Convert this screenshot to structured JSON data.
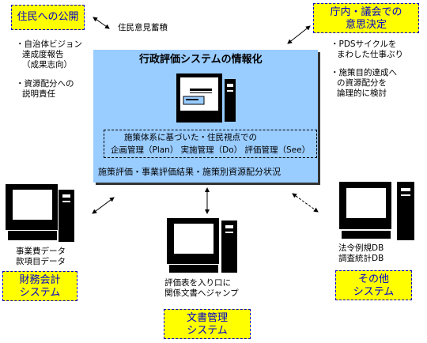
{
  "boxes": {
    "public": "住民への公開",
    "decision_line1": "庁内・議会での",
    "decision_line2": "意思決定",
    "finance_line1": "財務会計",
    "finance_line2": "システム",
    "document_line1": "文書管理",
    "document_line2": "システム",
    "other_line1": "その他",
    "other_line2": "システム"
  },
  "labels": {
    "opinion": "住民意見蓄積",
    "public_note1_line1": "・自治体ビジョン",
    "public_note1_line2": "達成度報告",
    "public_note1_line3": "（成果志向）",
    "public_note2_line1": "・資源配分への",
    "public_note2_line2": "説明責任",
    "decision_note1_line1": "・PDSサイクルを",
    "decision_note1_line2": "まわした仕事ぶり",
    "decision_note2_line1": "・施策目的達成へ",
    "decision_note2_line2": "の資源配分を",
    "decision_note2_line3": "論理的に検討",
    "finance_data_line1": "事業費データ",
    "finance_data_line2": "款項目データ",
    "document_data_line1": "評価表を入り口に",
    "document_data_line2": "関係文書へジャンプ",
    "other_data_line1": "法令例規DB",
    "other_data_line2": "調査統計DB"
  },
  "center": {
    "title": "行政評価システムの情報化",
    "dashed_line1": "施策体系に基づいた・住民視点での",
    "dashed_line2": "企画管理（Plan）  実施管理（Do）  評価管理（See）",
    "bottom": "施策評価・事業評価結果・施策別資源配分状況"
  },
  "colors": {
    "panel": "#99ccff",
    "highlight_box": "#ffff00",
    "box_text": "#0000cc"
  }
}
